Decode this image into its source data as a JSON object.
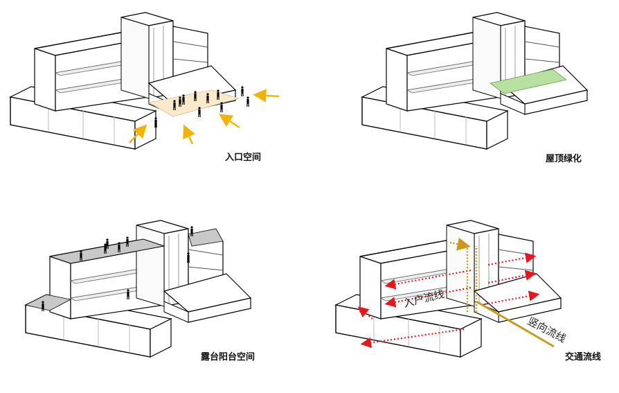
{
  "panels": [
    {
      "caption": "入口空间"
    },
    {
      "caption": "屋顶绿化"
    },
    {
      "caption": "露台阳台空间"
    },
    {
      "caption": "交通流线"
    }
  ],
  "annotations": {
    "entry_flow": "入户流线",
    "vertical_flow": "竖向流线"
  },
  "colors": {
    "arrow_yellow": "#f2b400",
    "entry_highlight": "#fbe9cc",
    "roof_green": "#b8e0a0",
    "terrace_gray": "#c8c8c8",
    "flow_red": "#e8151c",
    "flow_gold": "#c99a1e"
  },
  "icons": [
    "building-axonometric",
    "person-silhouette",
    "arrow"
  ]
}
